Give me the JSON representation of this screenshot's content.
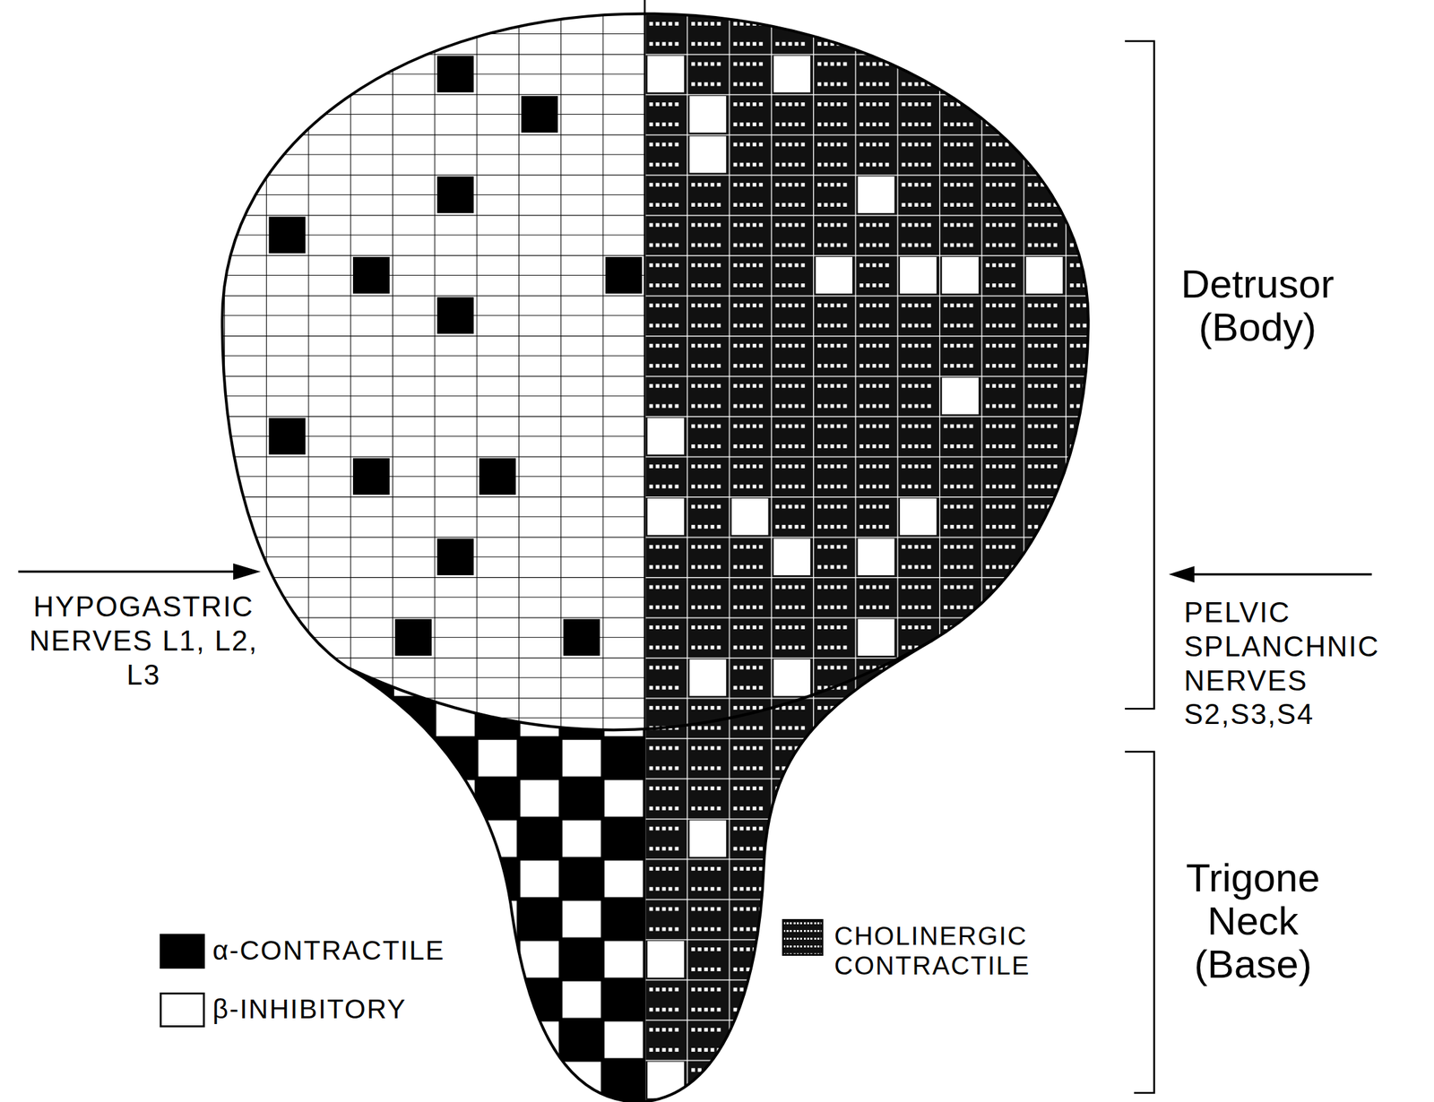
{
  "diagram": {
    "labels": [
      "Detrusor (Body)",
      "HYPOGASTRIC NERVES L1, L2, L3",
      "PELVIC SPLANCHNIC NERVES S2,S3,S4",
      "Trigone Neck (Base)"
    ],
    "legend": [
      {
        "text": "α-CONTRACTILE",
        "color": "#000000"
      },
      {
        "text": "β-INHIBITORY",
        "color": "#ffffff"
      },
      {
        "text": "CHOLINERGIC CONTRACTILE"
      }
    ]
  }
}
